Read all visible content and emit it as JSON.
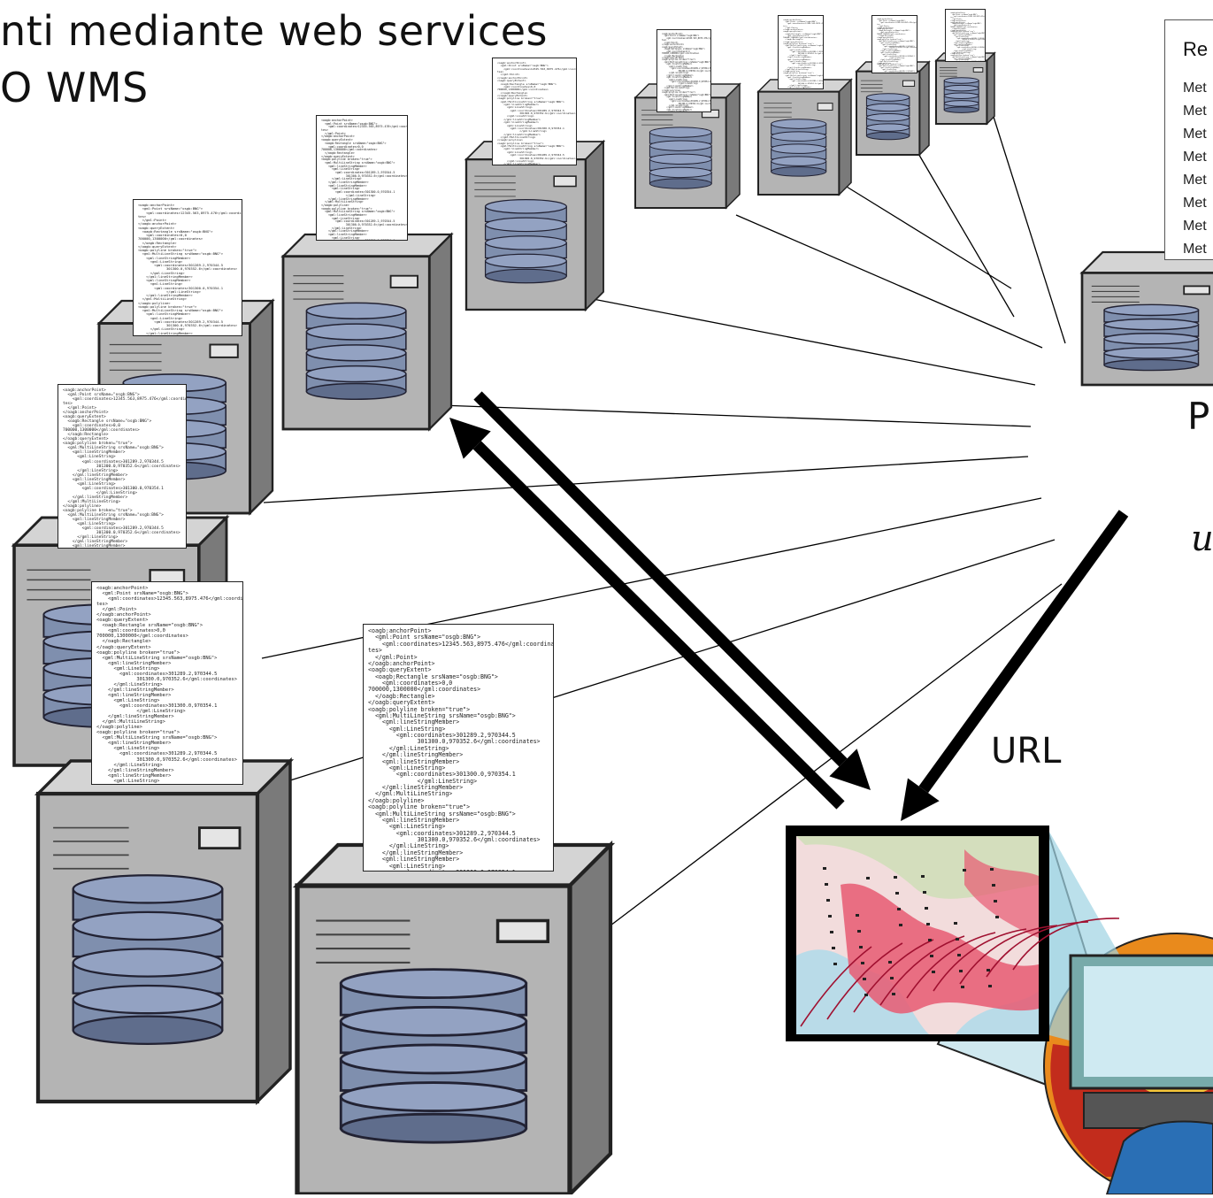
{
  "title": {
    "line1": "nti mediante web services",
    "line2": "O WMS"
  },
  "registry": {
    "heading": "Re",
    "items": [
      "Met",
      "Met",
      "Met",
      "Met",
      "Met",
      "Met",
      "Met",
      "Met"
    ]
  },
  "labels": {
    "url": "URL",
    "side_p": "P",
    "side_w": "и"
  },
  "gml_snippet": "<oagb:anchorPoint>\n  <gml:Point srsName=\"osgb:BNG\">\n    <gml:coordinates>12345.563,8975.476</gml:coordina\ntes>\n  </gml:Point>\n</oagb:anchorPoint>\n<oagb:queryExtent>\n  <oagb:Rectangle srsName=\"osgb:BNG\">\n    <gml:coordinates>0,0\n700000,1300000</gml:coordinates>\n  </oagb:Rectangle>\n</oagb:queryExtent>\n<oagb:polyline broken=\"true\">\n  <gml:MultiLineString srsName=\"osgb:BNG\">\n    <gml:lineStringMember>\n      <gml:LineString>\n        <gml:coordinates>301289.2,970344.5\n              301300.0,970352.6</gml:coordinates>\n      </gml:LineString>\n    </gml:lineStringMember>\n    <gml:lineStringMember>\n      <gml:LineString>\n        <gml:coordinates>301300.0,970354.1\n              </gml:LineString>\n    </gml:lineStringMember>\n  </gml:MultiLineString>\n</oagb:polyline>\n<oagb:polyline broken=\"true\">\n  <gml:MultiLineString srsName=\"osgb:BNG\">\n    <gml:lineStringMember>\n      <gml:LineString>\n        <gml:coordinates>301289.2,970344.5\n              301300.0,970352.6</gml:coordinates>\n      </gml:LineString>\n    </gml:lineStringMember>\n    <gml:lineStringMember>\n      <gml:LineString>\n        <gml:coordinates>301300.0,970354.1\n              </gml:LineString>\n    </gml:lineStringMember>\n  </gml:MultiLineString>\n</oagb:polyline>",
  "colors": {
    "server_body": "#b4b4b4",
    "server_dark": "#7a7a7a",
    "disk": "#7f8fae",
    "disk_dark": "#5f6d8c",
    "arrow": "#000000",
    "map_land": "#f2dcdc",
    "map_urban": "#e85a72",
    "map_water": "#b9dbe8",
    "map_green": "#bfe0a8",
    "globe_orange": "#e98a1c",
    "globe_yellow": "#f6c638",
    "globe_red": "#c22c1c"
  }
}
